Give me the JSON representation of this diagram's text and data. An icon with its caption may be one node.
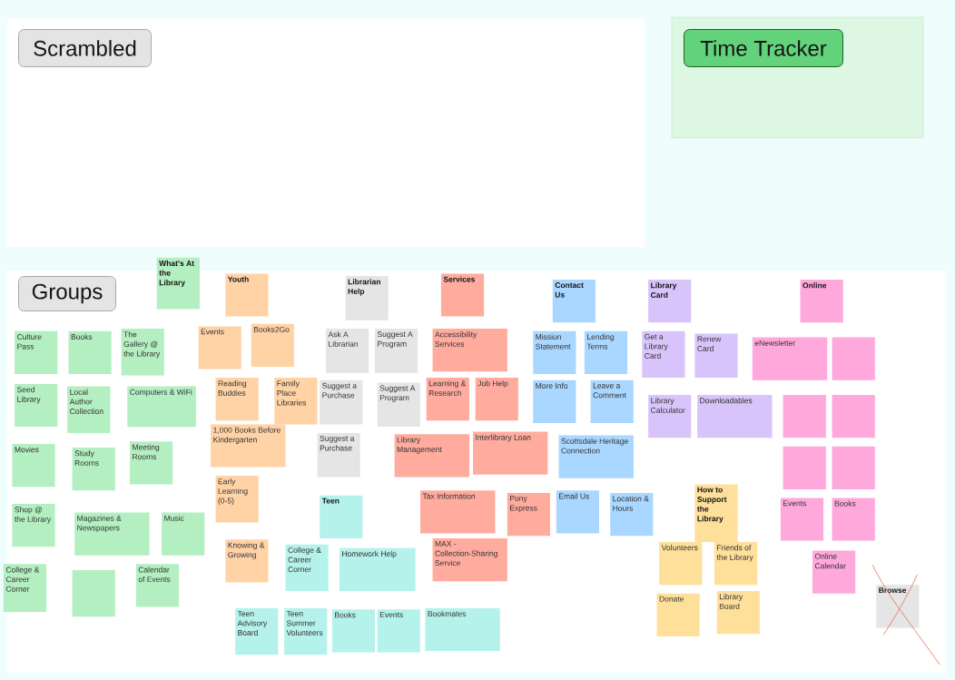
{
  "diagram": {
    "nodes": [
      {
        "text": [
          "Scrambled"
        ]
      },
      {
        "text": [
          "Time Tracker"
        ]
      },
      {
        "text": [
          "Groups"
        ]
      },
      {
        "text": [
          "What's At the Library"
        ]
      },
      {
        "text": [
          "Culture Pass"
        ],
        "in": 2
      },
      {
        "text": [
          "Books"
        ],
        "in": 2
      },
      {
        "text": [
          "The Gallery @ the Library"
        ],
        "in": 2
      },
      {
        "text": [
          "Seed Library"
        ],
        "in": 2
      },
      {
        "text": [
          "Local Author Collection"
        ],
        "in": 2
      },
      {
        "text": [
          "Computers & WiFi"
        ],
        "in": 2
      },
      {
        "text": [
          "Movies"
        ],
        "in": 2
      },
      {
        "text": [
          "Study Rooms"
        ],
        "in": 2
      },
      {
        "text": [
          "Meeting Rooms"
        ],
        "in": 2
      },
      {
        "text": [
          "Shop @ the Library"
        ],
        "in": 2
      },
      {
        "text": [
          "Magazines & Newspapers"
        ],
        "in": 2
      },
      {
        "text": [
          "Music"
        ],
        "in": 2
      },
      {
        "text": [
          "College & Career Corner"
        ],
        "in": 2
      },
      {
        "text": [],
        "shape": "box",
        "in": 2
      },
      {
        "text": [
          "Calendar of Events"
        ],
        "in": 2
      },
      {
        "text": [
          "Youth"
        ],
        "in": 2
      },
      {
        "text": [
          "Events"
        ],
        "in": 2
      },
      {
        "text": [
          "Books2Go"
        ],
        "in": 2
      },
      {
        "text": [
          "Reading Buddies"
        ],
        "in": 2
      },
      {
        "text": [
          "Family Place Libraries"
        ],
        "in": 2
      },
      {
        "text": [
          "1,000 Books Before Kindergarten"
        ],
        "in": 2
      },
      {
        "text": [
          "Early Learning (0-5)"
        ],
        "in": 2
      },
      {
        "text": [
          "Knowing & Growing"
        ],
        "in": 2
      },
      {
        "text": [
          "Librarian Help"
        ],
        "in": 2
      },
      {
        "text": [
          "Ask A Librarian"
        ],
        "in": 2
      },
      {
        "text": [
          "Suggest A Program"
        ],
        "in": 2
      },
      {
        "text": [
          "Suggest a Purchase"
        ],
        "in": 2
      },
      {
        "text": [
          "Suggest A Program"
        ],
        "in": 2
      },
      {
        "text": [
          "Suggest a Purchase"
        ],
        "in": 2
      },
      {
        "text": [
          "Teen"
        ],
        "in": 2
      },
      {
        "text": [
          "College & Career Corner"
        ],
        "in": 2
      },
      {
        "text": [
          "Homework Help"
        ],
        "in": 2
      },
      {
        "text": [
          "Teen Advisory Board"
        ],
        "in": 2
      },
      {
        "text": [
          "Teen Summer Volunteers"
        ],
        "in": 2
      },
      {
        "text": [
          "Books"
        ],
        "in": 2
      },
      {
        "text": [
          "Events"
        ],
        "in": 2
      },
      {
        "text": [
          "Bookmates"
        ],
        "in": 2
      },
      {
        "text": [
          "Services"
        ],
        "in": 2
      },
      {
        "text": [
          "Accessibility Services"
        ],
        "in": 2
      },
      {
        "text": [
          "Learning & Research"
        ],
        "in": 2
      },
      {
        "text": [
          "Job Help"
        ],
        "in": 2
      },
      {
        "text": [
          "Library Management"
        ],
        "in": 2
      },
      {
        "text": [
          "Interlibrary Loan"
        ],
        "in": 2
      },
      {
        "text": [
          "Tax Information"
        ],
        "in": 2
      },
      {
        "text": [
          "Pony Express"
        ],
        "in": 2
      },
      {
        "text": [
          "MAX - Collection-Sharing Service"
        ],
        "in": 2
      },
      {
        "text": [
          "Contact Us"
        ],
        "in": 2
      },
      {
        "text": [
          "Mission Statement"
        ],
        "in": 2
      },
      {
        "text": [
          "Lending Terms"
        ],
        "in": 2
      },
      {
        "text": [
          "More Info"
        ],
        "in": 2
      },
      {
        "text": [
          "Leave a Comment"
        ],
        "in": 2
      },
      {
        "text": [
          "Scottsdale Heritage Connection"
        ],
        "in": 2
      },
      {
        "text": [
          "Email Us"
        ],
        "in": 2
      },
      {
        "text": [
          "Location & Hours"
        ],
        "in": 2
      },
      {
        "text": [
          "Library Card"
        ],
        "in": 2
      },
      {
        "text": [
          "Get a Library Card"
        ],
        "in": 2
      },
      {
        "text": [
          "Renew Card"
        ],
        "in": 2
      },
      {
        "text": [
          "Library Calculator"
        ],
        "in": 2
      },
      {
        "text": [
          "Downloadables"
        ],
        "in": 2
      },
      {
        "text": [
          "How to Support the Library"
        ],
        "in": 2
      },
      {
        "text": [
          "Volunteers"
        ],
        "in": 2
      },
      {
        "text": [
          "Friends of the Library"
        ],
        "in": 2
      },
      {
        "text": [
          "Donate"
        ],
        "in": 2
      },
      {
        "text": [
          "Library Board"
        ],
        "in": 2
      },
      {
        "text": [
          "Online"
        ],
        "in": 2
      },
      {
        "text": [
          "eNewsletter"
        ],
        "in": 2
      },
      {
        "text": [],
        "shape": "box",
        "in": 2
      },
      {
        "text": [],
        "shape": "box",
        "in": 2
      },
      {
        "text": [],
        "shape": "box",
        "in": 2
      },
      {
        "text": [],
        "shape": "box",
        "in": 2
      },
      {
        "text": [],
        "shape": "box",
        "in": 2
      },
      {
        "text": [
          "Events"
        ],
        "in": 2
      },
      {
        "text": [
          "Books"
        ],
        "in": 2
      },
      {
        "text": [
          "Online Calendar"
        ],
        "in": 2
      },
      {
        "text": [
          "Browse"
        ],
        "in": 2
      }
    ]
  }
}
